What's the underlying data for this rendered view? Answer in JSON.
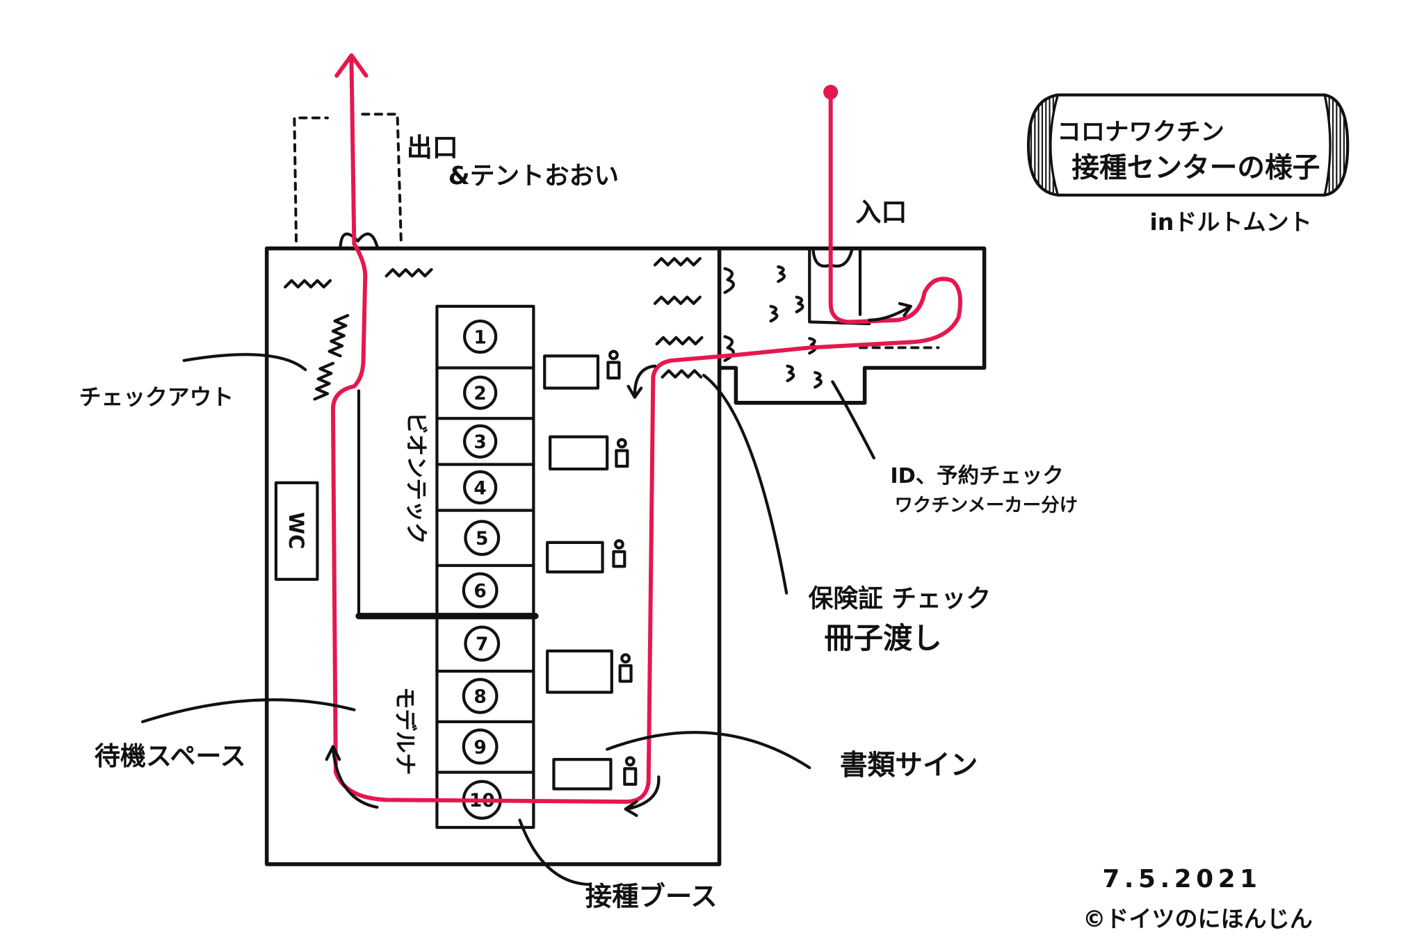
{
  "title": {
    "line1": "コロナワクチン",
    "line2": "接種センターの様子",
    "subtitle": "inドルトムント"
  },
  "labels": {
    "entrance": "入口",
    "exit": "出口",
    "exit_note": "&テントおおい",
    "checkout": "チェックアウト",
    "waiting": "待機スペース",
    "signing": "書類サイン",
    "booth": "接種ブース",
    "id_check_line1": "ID、予約チェック",
    "id_check_line2": "ワクチンメーカー分け",
    "insurance_line1": "保険証 チェック",
    "insurance_line2": "冊子渡し",
    "biontech": "ビオンテック",
    "moderna": "モデルナ",
    "wc": "WC"
  },
  "booths": [
    "1",
    "2",
    "3",
    "4",
    "5",
    "6",
    "7",
    "8",
    "9",
    "10"
  ],
  "footer": {
    "date": "7.5.2021",
    "credit": "©ドイツのにほんじん"
  },
  "colors": {
    "ink": "#111111",
    "route": "#e5174f",
    "paper": "#ffffff"
  }
}
